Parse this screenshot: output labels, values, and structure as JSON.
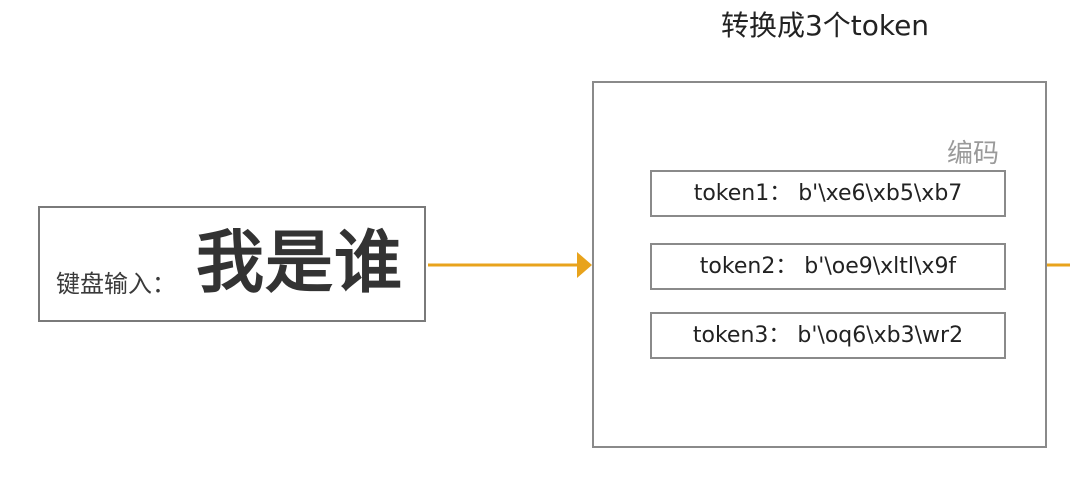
{
  "title": "转换成3个token",
  "input": {
    "label": "键盘输入：",
    "text": "我是谁"
  },
  "encoder": {
    "label": "编码",
    "tokens": [
      {
        "text": "token1：  b'\\xe6\\xb5\\xb7"
      },
      {
        "text": "token2：  b'\\oe9\\xltl\\x9f"
      },
      {
        "text": "token3：  b'\\oq6\\xb3\\wr2"
      }
    ]
  },
  "colors": {
    "arrow": "#e8a31c",
    "border": "#8a8a8a",
    "encode_label": "#9a9a9a"
  }
}
